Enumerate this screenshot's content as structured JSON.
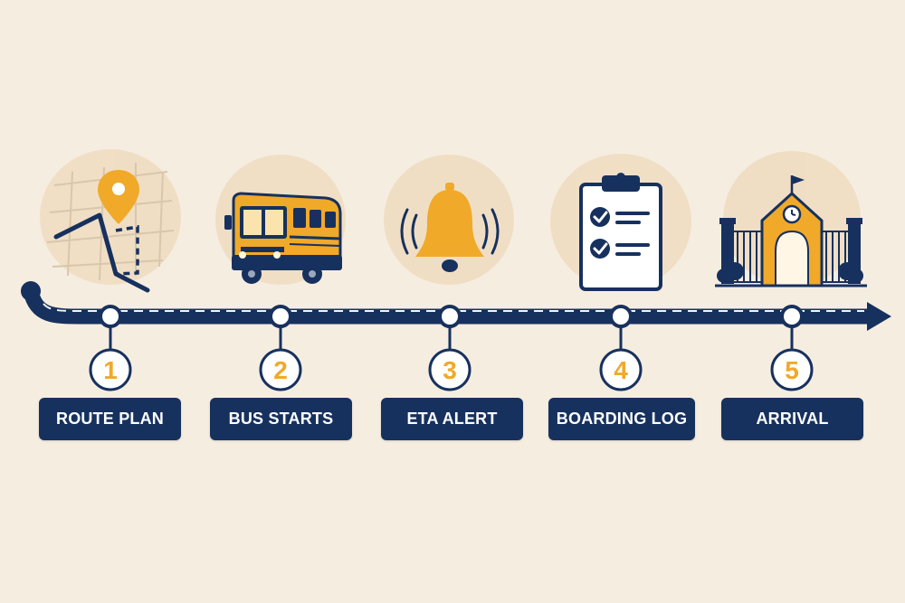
{
  "colors": {
    "background": "#f6ede1",
    "navy": "#17315e",
    "accent": "#f0a929",
    "circle": "#efdcc0"
  },
  "steps": [
    {
      "number": "1",
      "label": "ROUTE PLAN",
      "icon": "map-pin-route-icon"
    },
    {
      "number": "2",
      "label": "BUS STARTS",
      "icon": "school-bus-icon"
    },
    {
      "number": "3",
      "label": "ETA ALERT",
      "icon": "bell-icon"
    },
    {
      "number": "4",
      "label": "BOARDING LOG",
      "icon": "clipboard-checklist-icon"
    },
    {
      "number": "5",
      "label": "ARRIVAL",
      "icon": "school-building-icon"
    }
  ]
}
